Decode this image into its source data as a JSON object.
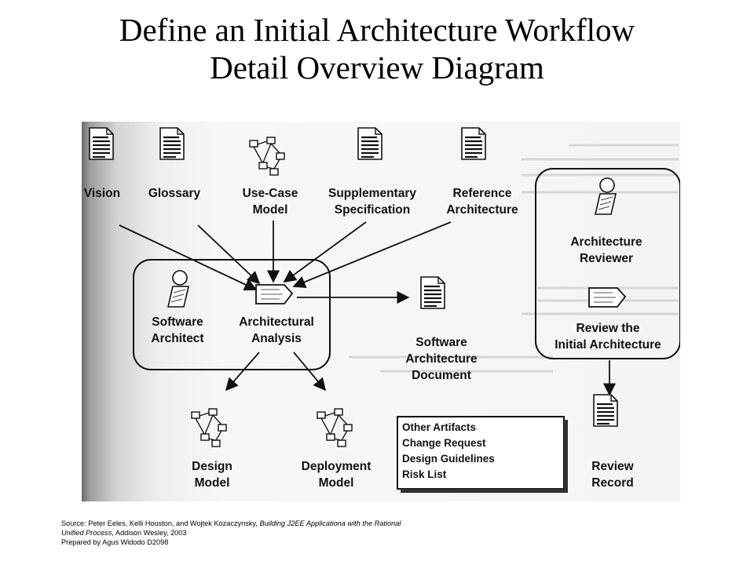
{
  "slide": {
    "title_line1": "Define an Initial Architecture Workflow",
    "title_line2": "Detail Overview Diagram"
  },
  "diagram": {
    "inputs": {
      "vision": "Vision",
      "glossary": "Glossary",
      "use_case_model": [
        "Use-Case",
        "Model"
      ],
      "supplementary_specification": [
        "Supplementary",
        "Specification"
      ],
      "reference_architecture": [
        "Reference",
        "Architecture"
      ]
    },
    "roles": {
      "software_architect": [
        "Software",
        "Architect"
      ],
      "architecture_reviewer": [
        "Architecture",
        "Reviewer"
      ]
    },
    "activities": {
      "architectural_analysis": [
        "Architectural",
        "Analysis"
      ],
      "review_initial_architecture": [
        "Review the",
        "Initial Architecture"
      ]
    },
    "outputs": {
      "software_architecture_document": [
        "Software",
        "Architecture",
        "Document"
      ],
      "design_model": [
        "Design",
        "Model"
      ],
      "deployment_model": [
        "Deployment",
        "Model"
      ],
      "review_record": [
        "Review",
        "Record"
      ]
    },
    "other_artifacts": [
      "Other Artifacts",
      "Change Request",
      "Design Guidelines",
      "Risk List"
    ]
  },
  "source": {
    "prefix": "Source: Peter Eeles, Kelli Houston, and Wojtek Kozaczynsky, ",
    "book_a": "Building J2EE Applicationa with the Rational",
    "book_b": "Unified Process",
    "publisher": ", Addison Wesley, 2003",
    "prepared": "Prepared by Agus Widodo D2098"
  }
}
